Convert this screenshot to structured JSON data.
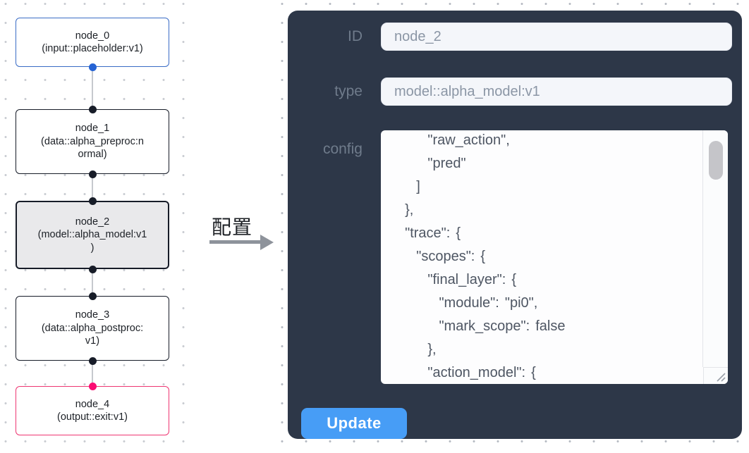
{
  "flow": {
    "nodes": [
      {
        "id": "node_0",
        "kind": "input",
        "label": "node_0\n(input::placeholder:v1)"
      },
      {
        "id": "node_1",
        "kind": "default",
        "label": "node_1\n(data::alpha_preproc:n\normal)"
      },
      {
        "id": "node_2",
        "kind": "selected",
        "label": "node_2\n(model::alpha_model:v1\n)"
      },
      {
        "id": "node_3",
        "kind": "default",
        "label": "node_3\n(data::alpha_postproc:\nv1)"
      },
      {
        "id": "node_4",
        "kind": "output",
        "label": "node_4\n(output::exit:v1)"
      }
    ]
  },
  "transfer": {
    "label": "配置"
  },
  "panel": {
    "id_field": {
      "label": "ID",
      "value": "node_2"
    },
    "type_field": {
      "label": "type",
      "value": "model::alpha_model:v1"
    },
    "config_field": {
      "label": "config",
      "visible_lines": [
        "      \"raw_action\",",
        "      \"pred\"",
        "    ]",
        "  },",
        "  \"trace\": {",
        "    \"scopes\": {",
        "      \"final_layer\": {",
        "        \"module\": \"pi0\",",
        "        \"mark_scope\": false",
        "      },",
        "      \"action_model\": {"
      ]
    },
    "update_button": "Update"
  },
  "colors": {
    "panel_bg": "#2d3748",
    "button_blue": "#479df6",
    "node_input_border": "#3a6cc6",
    "node_output_border": "#ee3672",
    "node_default_border": "#171c28",
    "node_selected_bg": "#e9e9eb",
    "port_blue": "#2563d4",
    "port_pink": "#fb0c73",
    "port_dark": "#171c28"
  }
}
